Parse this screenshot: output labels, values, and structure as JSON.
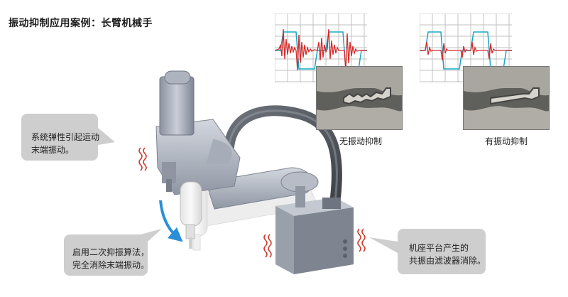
{
  "title": "振动抑制应用案例：长臂机械手",
  "callouts": {
    "top_left": {
      "line1": "系统弹性引起运动",
      "line2": "末端振动。"
    },
    "bottom_left": {
      "line1": "启用二次抑振算法，",
      "line2": "完全消除末端振动。"
    },
    "right": {
      "line1": "机座平台产生的",
      "line2": "共振由滤波器消除。"
    }
  },
  "panels": {
    "without": {
      "caption": "无振动抑制"
    },
    "with": {
      "caption": "有振动抑制"
    }
  },
  "colors": {
    "signal_red": "#d42a2a",
    "signal_cyan": "#1aa7c8",
    "bubble": "#c9c9c9",
    "motion_arrow": "#2a8fd6",
    "vibration": "#cc3a2a"
  }
}
